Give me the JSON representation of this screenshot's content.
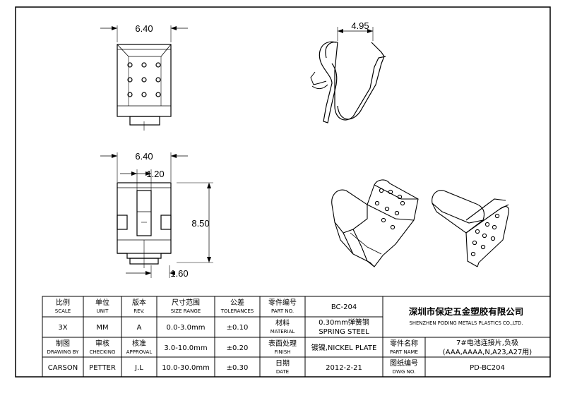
{
  "drawing": {
    "dims": {
      "top_width": "6.40",
      "side_opening": "4.95",
      "front_width": "6.40",
      "slot_width": "1.20",
      "height": "8.50",
      "bottom_offset": "1.60"
    }
  },
  "title_block": {
    "scale": {
      "cn": "比例",
      "en": "SCALE",
      "value": "3X"
    },
    "unit": {
      "cn": "单位",
      "en": "UNIT",
      "value": "MM"
    },
    "rev": {
      "cn": "版本",
      "en": "REV.",
      "value": "A"
    },
    "size_range": {
      "cn": "尺寸范围",
      "en": "SIZE RANGE",
      "rows": [
        "0.0-3.0mm",
        "3.0-10.0mm",
        "10.0-30.0mm"
      ]
    },
    "tolerances": {
      "cn": "公差",
      "en": "TOLERANCES",
      "rows": [
        "±0.10",
        "±0.20",
        "±0.30"
      ]
    },
    "part_no": {
      "cn": "零件编号",
      "en": "PART NO.",
      "value": "BC-204"
    },
    "material": {
      "cn": "材料",
      "en": "MATERIAL",
      "value_cn": "0.30mm弹簧钢",
      "value_en": "SPRING STEEL"
    },
    "finish": {
      "cn": "表面处理",
      "en": "FINISH",
      "value": "镀镍,NICKEL PLATE"
    },
    "date": {
      "cn": "日期",
      "en": "DATE",
      "value": "2012-2-21"
    },
    "drawing_by": {
      "cn": "制图",
      "en": "DRAWING BY",
      "value": "CARSON"
    },
    "checking": {
      "cn": "审核",
      "en": "CHECKING",
      "value": "PETTER"
    },
    "approval": {
      "cn": "核准",
      "en": "APPROVAL",
      "value": "J.L"
    },
    "company_cn": "深圳市保定五金塑胶有限公司",
    "company_en": "SHENZHEN PODING METALS PLASTICS CO.,LTD.",
    "part_name": {
      "cn": "零件名称",
      "en": "PART NAME",
      "value_line1": "7#电池连接片,负极",
      "value_line2": "(AAA,AAAA,N,A23,A27用)"
    },
    "dwg_no": {
      "cn": "图纸编号",
      "en": "DWG NO.",
      "value": "PD-BC204"
    }
  }
}
